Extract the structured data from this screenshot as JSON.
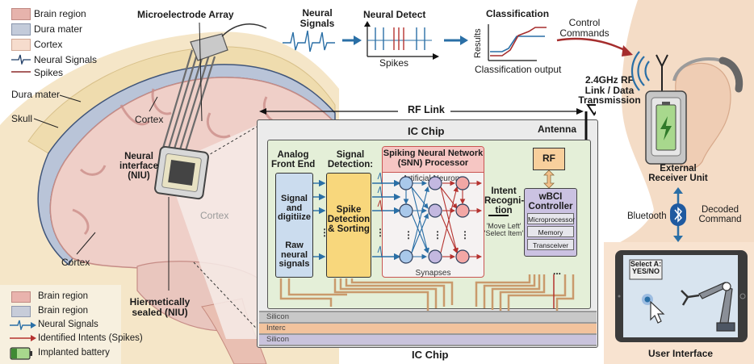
{
  "legend_top": {
    "items": [
      {
        "label": "Brain region",
        "swatch": "#e6b3ac"
      },
      {
        "label": "Dura mater",
        "swatch": "#c3cbda"
      },
      {
        "label": "Cortex",
        "swatch": "#f6dccd"
      },
      {
        "label": "Neural Signals",
        "icon": "neural-signal-icon"
      },
      {
        "label": "Spikes",
        "icon": "spike-line-icon"
      }
    ]
  },
  "legend_bottom": {
    "items": [
      {
        "label": "Brain region",
        "swatch": "#e9b3ad"
      },
      {
        "label": "Brain region",
        "swatch": "#c7ccd9"
      },
      {
        "label": "Neural Signals",
        "icon": "neural-signal-arrow-icon"
      },
      {
        "label": "Identified Intents (Spikes)",
        "icon": "red-arrow-icon"
      },
      {
        "label": "Implanted battery",
        "icon": "battery-icon"
      }
    ]
  },
  "anatomy": {
    "microelectrode_array": "Microelectrode Array",
    "dura_mater": "Dura mater",
    "skull": "Skull",
    "cortex_top": "Cortex",
    "cortex_bottom": "Cortex",
    "cortex_faded": "Cortex",
    "neural_interface": [
      "Neural",
      "interface",
      "(NIU)"
    ],
    "hermetically_sealed": [
      "Hiermetically",
      "sealed (NIU)"
    ]
  },
  "pipeline": {
    "neural_signals": [
      "Neural",
      "Signals"
    ],
    "neural_detect": "Neural Detect",
    "spikes": "Spikes",
    "classification": "Classification",
    "results_axis": "Results",
    "classification_output": "Classification output",
    "control_commands": [
      "Control",
      "Commands"
    ]
  },
  "rf": {
    "rf_link": "RF Link",
    "rf_data": [
      "2.4GHz RF",
      "Link / Data",
      "Transmission"
    ]
  },
  "ic_chip": {
    "title": "IC Chip",
    "bottom_title": "IC Chip",
    "antenna": "Antenna",
    "afe_title": [
      "Analog",
      "Front End"
    ],
    "afe_top": [
      "Signal",
      "and",
      "digitiize"
    ],
    "afe_bottom": [
      "Raw",
      "neural",
      "signals"
    ],
    "sd_title": [
      "Signal",
      "Detection:"
    ],
    "sd_box": [
      "Spike",
      "Detection",
      "& Sorting"
    ],
    "snn_title": [
      "Spiking Neural Network",
      "(SNN) Processor"
    ],
    "artificial_neurons": "Artificial Neurons",
    "synapses": "Synapses",
    "intent": [
      "Intent",
      "Recogni-",
      "tion"
    ],
    "intent_examples": [
      "'Move Left'",
      "'Select Item'"
    ],
    "rf_block": "RF",
    "controller_title": [
      "wBCI",
      "Controller"
    ],
    "controller_items": [
      "Microprocessor",
      "Memory",
      "Transceiver"
    ],
    "ellipsis": "...",
    "layers": [
      {
        "label": "Silicon",
        "color": "#c8c8c8"
      },
      {
        "label": "Interc",
        "color": "#f2c39d"
      },
      {
        "label": "Silicon",
        "color": "#c9c3dc"
      }
    ]
  },
  "external": {
    "receiver": [
      "External",
      "Receiver Unit"
    ],
    "bluetooth": "Bluetooth",
    "decoded": [
      "Decoded",
      "Command"
    ],
    "ui_prompt": [
      "Select A:",
      "YES/NO"
    ],
    "ui_label": "User Interface"
  },
  "colors": {
    "blue": "#2a6fa6",
    "red": "#b5322f",
    "chip_green": "#e4efd8",
    "snn_header": "#f6c6c3",
    "afe_blue": "#cbdcee",
    "sd_yellow": "#f8d77c",
    "controller_purple": "#cbc2e2",
    "rf_orange": "#f8cf9c",
    "skin": "#f2d5bf"
  }
}
